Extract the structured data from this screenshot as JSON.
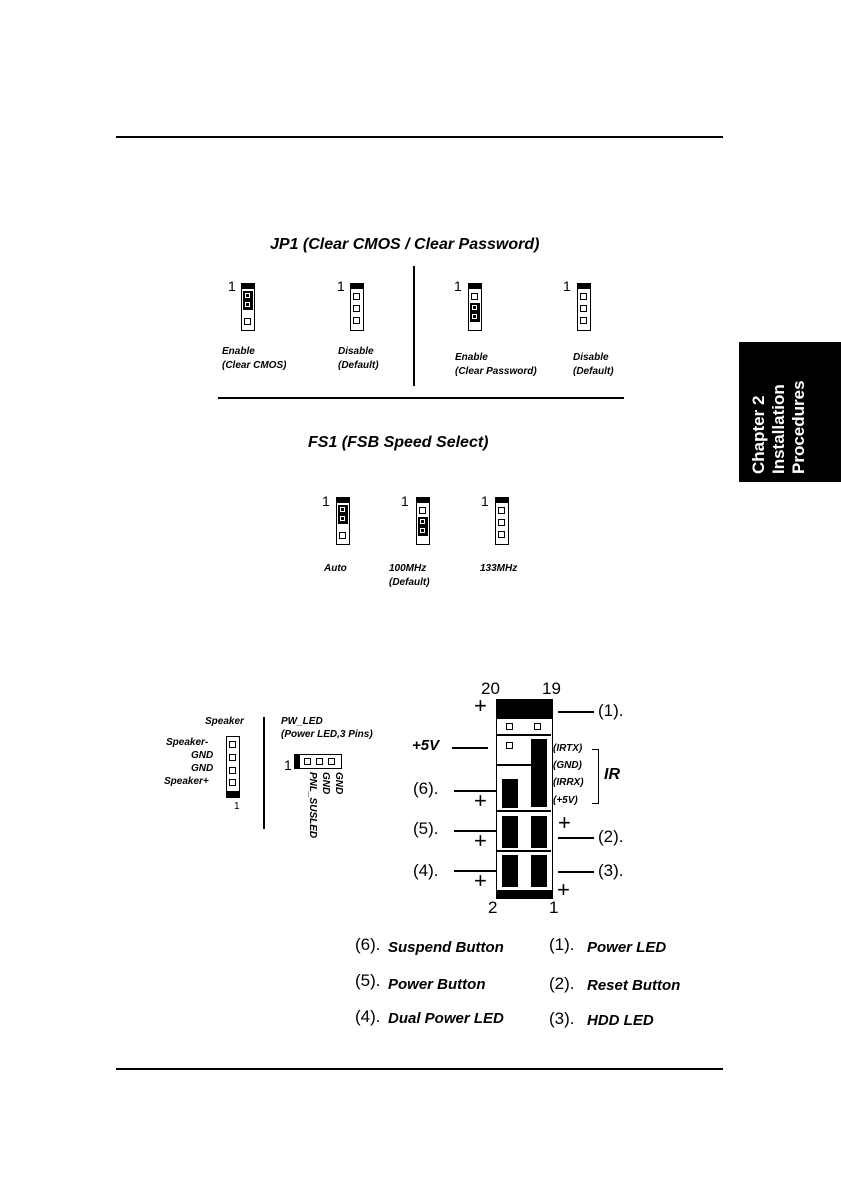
{
  "jp1": {
    "title": "JP1 (Clear CMOS / Clear Password)",
    "pin1": "1",
    "enable_cmos": [
      "Enable",
      "(Clear CMOS)"
    ],
    "disable_cmos": [
      "Disable",
      "(Default)"
    ],
    "enable_pwd": [
      "Enable",
      "(Clear Password)"
    ],
    "disable_pwd": [
      "Disable",
      "(Default)"
    ]
  },
  "fs1": {
    "title": "FS1 (FSB Speed Select)",
    "pin1": "1",
    "auto": "Auto",
    "mhz100": [
      "100MHz",
      "(Default)"
    ],
    "mhz133": "133MHz"
  },
  "tab": {
    "lines": [
      "Chapter 2",
      "Installation",
      "Procedures"
    ]
  },
  "speaker": {
    "title": "Speaker",
    "pins": [
      "Speaker-",
      "GND",
      "GND",
      "Speaker+"
    ],
    "pin1": "1"
  },
  "pwled": {
    "title": "PW_LED",
    "subtitle": "(Power LED,3 Pins)",
    "pin1": "1",
    "vlabels": [
      "GND",
      "GND",
      "PNL_SUSLED"
    ]
  },
  "panel": {
    "top_left": "20",
    "top_right": "19",
    "bottom_left": "2",
    "bottom_right": "1",
    "plus": "+",
    "plus5v": "+5V",
    "ir_labels": [
      "(IRTX)",
      "(GND)",
      "(IRRX)",
      "(+5V)"
    ],
    "ir": "IR",
    "refs": [
      "(1).",
      "(2).",
      "(3).",
      "(4).",
      "(5).",
      "(6)."
    ]
  },
  "legend": {
    "left": [
      {
        "num": "(6).",
        "label": "Suspend Button"
      },
      {
        "num": "(5).",
        "label": "Power Button"
      },
      {
        "num": "(4).",
        "label": "Dual Power LED"
      }
    ],
    "right": [
      {
        "num": "(1).",
        "label": "Power LED"
      },
      {
        "num": "(2).",
        "label": "Reset Button"
      },
      {
        "num": "(3).",
        "label": "HDD LED"
      }
    ]
  }
}
